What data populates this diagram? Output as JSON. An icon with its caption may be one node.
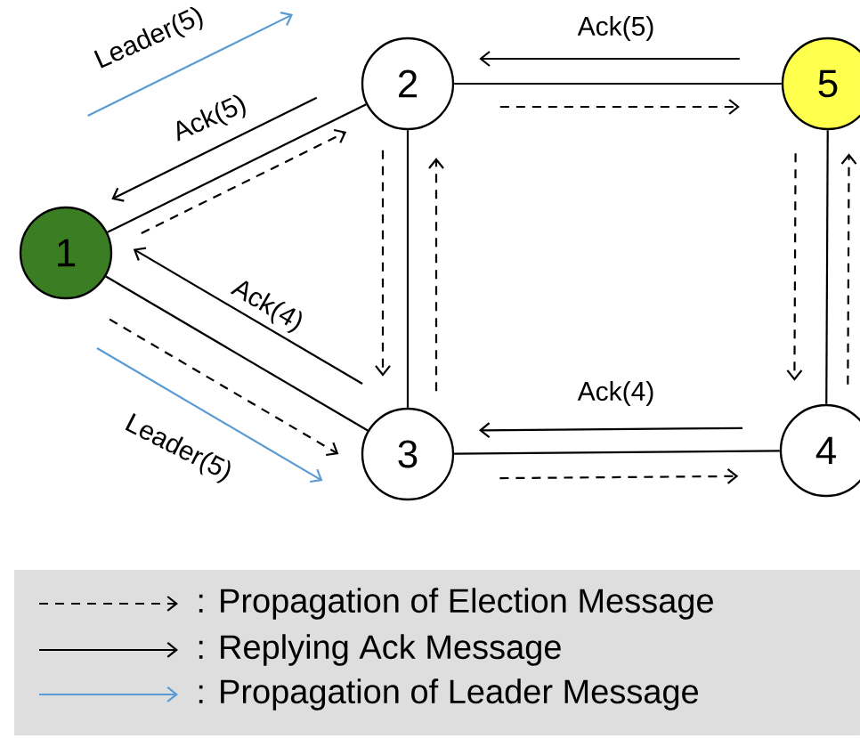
{
  "diagram": {
    "nodes": [
      {
        "text": [
          "1"
        ]
      },
      {
        "text": [
          "2"
        ]
      },
      {
        "text": [
          "3"
        ]
      },
      {
        "text": [
          "4"
        ]
      },
      {
        "text": [
          "5"
        ]
      }
    ],
    "edges": [
      {
        "from": 0,
        "to": 1,
        "arrow": "none"
      },
      {
        "from": 0,
        "to": 2,
        "arrow": "none"
      },
      {
        "from": 1,
        "to": 2,
        "arrow": "none"
      },
      {
        "from": 1,
        "to": 4,
        "arrow": "none"
      },
      {
        "from": 2,
        "to": 3,
        "arrow": "none"
      },
      {
        "from": 3,
        "to": 4,
        "arrow": "none"
      },
      {
        "from": 1,
        "to": 0,
        "arrow": "to",
        "label": "Ack(5)"
      },
      {
        "from": 0,
        "to": 1,
        "arrow": "to",
        "style": "dashed"
      },
      {
        "from": 0,
        "to": 1,
        "arrow": "to",
        "label": "Leader(5)",
        "color": "#5b9bd5"
      },
      {
        "from": 2,
        "to": 0,
        "arrow": "to",
        "label": "Ack(4)"
      },
      {
        "from": 0,
        "to": 2,
        "arrow": "to",
        "style": "dashed"
      },
      {
        "from": 0,
        "to": 2,
        "arrow": "to",
        "label": "Leader(5)",
        "color": "#5b9bd5"
      },
      {
        "from": 1,
        "to": 2,
        "arrow": "to",
        "style": "dashed"
      },
      {
        "from": 2,
        "to": 1,
        "arrow": "to",
        "style": "dashed"
      },
      {
        "from": 4,
        "to": 1,
        "arrow": "to",
        "label": "Ack(5)"
      },
      {
        "from": 1,
        "to": 4,
        "arrow": "to",
        "style": "dashed"
      },
      {
        "from": 4,
        "to": 3,
        "arrow": "to",
        "style": "dashed"
      },
      {
        "from": 3,
        "to": 4,
        "arrow": "to",
        "style": "dashed"
      },
      {
        "from": 3,
        "to": 2,
        "arrow": "to",
        "label": "Ack(4)"
      },
      {
        "from": 2,
        "to": 3,
        "arrow": "to",
        "style": "dashed"
      }
    ],
    "legend": [
      {
        "text": ":  Propagation of Election Message"
      },
      {
        "text": ":  Replying Ack Message"
      },
      {
        "text": ":  Propagation of Leader Message"
      }
    ]
  }
}
